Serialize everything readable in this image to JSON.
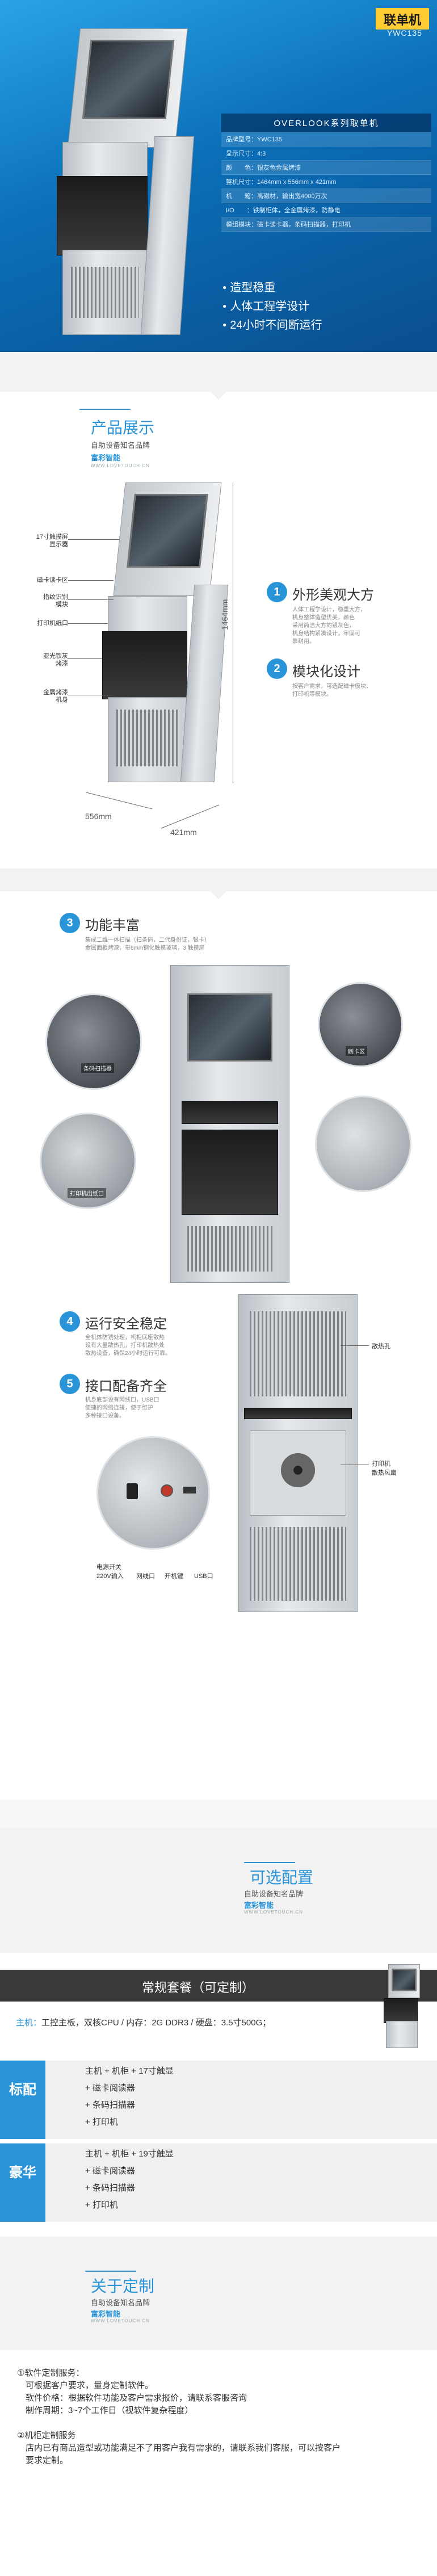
{
  "hero": {
    "brand": "联单机",
    "model": "YWC135",
    "spec_title": "OVERLOOK系列取单机",
    "specs": [
      "品牌型号：YWC135",
      "显示尺寸：4:3",
      "颜　　色：银灰色金属烤漆",
      "整机尺寸：1464mm x 556mm x 421mm",
      "机　　箱：高磁材，输出宽4000万次",
      "I/O　　：铁制柜体，全金属烤漆，防静电",
      "模组模块：磁卡读卡器，条码扫描器，打印机"
    ],
    "features": [
      "造型稳重",
      "人体工程学设计",
      "24小时不间断运行"
    ]
  },
  "display_section": {
    "title": "产品展示",
    "sub1": "自助设备知名品牌",
    "sub2": "富彩智能",
    "sub3": "WWW.LOVETOUCH.CN",
    "callouts": [
      "17寸触摸屏\n显示器",
      "磁卡读卡区",
      "指纹识别\n模块",
      "打印机纸口",
      "亚光铁灰\n烤漆",
      "金属烤漆\n机身"
    ],
    "dims": {
      "height": "1464mm",
      "width": "556mm",
      "depth": "421mm"
    },
    "features": [
      {
        "num": "1",
        "title": "外形美观大方",
        "desc": "人体工程学设计，稳重大方，\n机身整体造型优美，颜色\n采用简洁大方的银灰色，\n机身结构紧凑设计，牢固可\n靠耐用。"
      },
      {
        "num": "2",
        "title": "模块化设计",
        "desc": "按客户需求，可选配磁卡模块、\n打印机等模块。"
      }
    ]
  },
  "function_section": {
    "num": "3",
    "title": "功能丰富",
    "desc": "集成二维一体扫描（扫条码，二代身份证，银卡）\n金属面板烤漆，带8mm钢化触摸玻璃，3 触摸屏",
    "zoom_labels": [
      "条码扫描器",
      "刷卡区",
      "打印机出纸口"
    ]
  },
  "safety_section": {
    "features": [
      {
        "num": "4",
        "title": "运行安全稳定",
        "desc": "全机体防锈处理，机柜底座散热\n设有大量散热孔，打印机散热处\n散热设备，确保24小时运行可靠。"
      },
      {
        "num": "5",
        "title": "接口配备齐全",
        "desc": "机身底部设有网线口，USB口\n便捷的网络连接，便于维护\n多种接口设备。"
      }
    ],
    "labels": [
      "散热孔",
      "打印机\n散热风扇"
    ],
    "ports": [
      "电源开关",
      "220V输入",
      "网线口",
      "开机键",
      "USB口"
    ]
  },
  "options_intro": {
    "title": "可选配置",
    "sub1": "自助设备知名品牌",
    "sub2": "富彩智能",
    "sub3": "WWW.LOVETOUCH.CN"
  },
  "packages": {
    "header": "常规套餐（可定制）",
    "main_label": "主机：",
    "main_text": "工控主板，双核CPU / 内存：2G DDR3 / 硬盘：3.5寸500G；",
    "standard": {
      "tag": "标配",
      "items": [
        "主机 + 机柜 + 17寸触显",
        "+ 磁卡阅读器",
        "+ 条码扫描器",
        "+ 打印机"
      ]
    },
    "deluxe": {
      "tag": "豪华",
      "items": [
        "主机 + 机柜 + 19寸触显",
        "+ 磁卡阅读器",
        "+ 条码扫描器",
        "+ 打印机"
      ]
    }
  },
  "custom": {
    "title": "关于定制",
    "sub1": "自助设备知名品牌",
    "sub2": "富彩智能",
    "sub3": "WWW.LOVETOUCH.CN",
    "lines": [
      "①软件定制服务：",
      "　可根据客户要求，量身定制软件。",
      "　软件价格：根据软件功能及客户需求报价，请联系客服咨询",
      "　制作周期：3~7个工作日（视软件复杂程度）",
      "",
      "②机柜定制服务",
      "　店内已有商品造型或功能满足不了用客户我有需求的，请联系我们客服，可以按客户",
      "　要求定制。"
    ]
  }
}
